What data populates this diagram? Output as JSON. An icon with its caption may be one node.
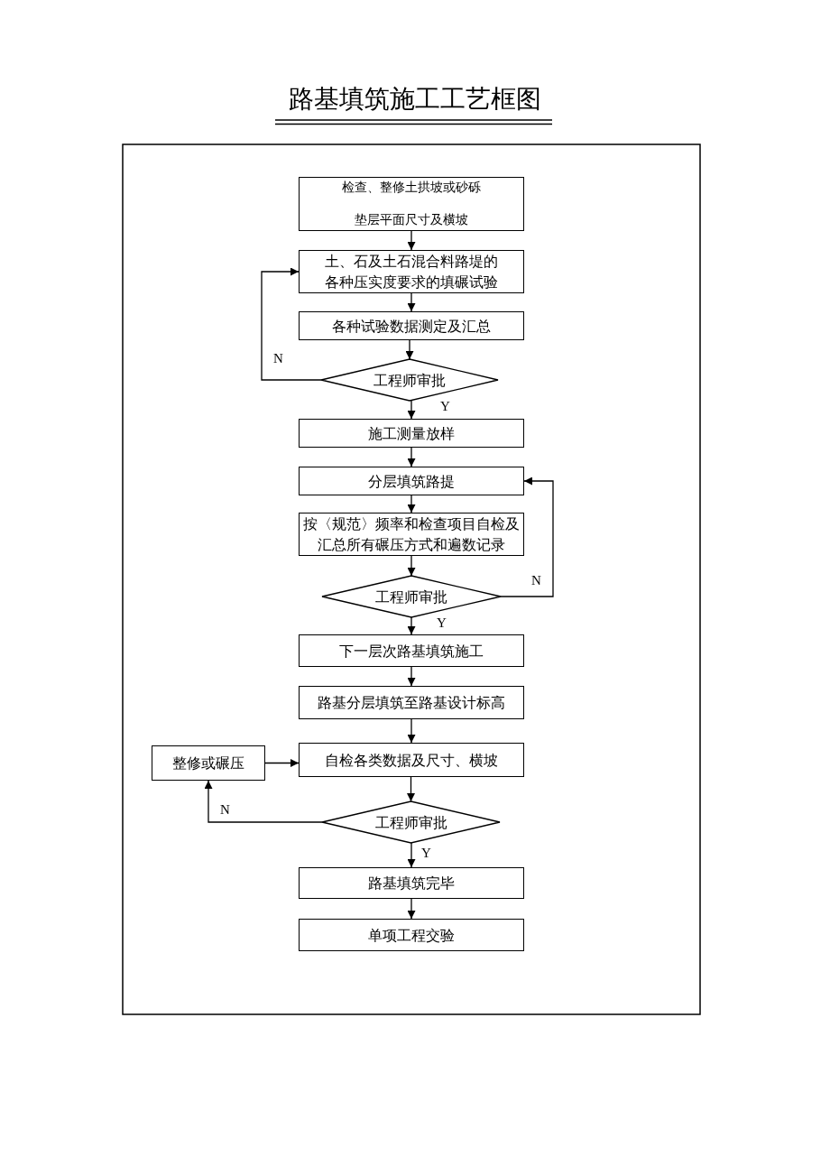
{
  "diagram": {
    "title": "路基填筑施工工艺框图",
    "nodes": [
      {
        "text": [
          "检查、整修土拱坡或砂砾垫层平面尺寸及横坡"
        ]
      },
      {
        "text": [
          "土、石及土石混合料路堤的各种压实度要求的填碾试验"
        ]
      },
      {
        "text": [
          "各种试验数据测定及汇总"
        ]
      },
      {
        "text": [
          "工程师审批"
        ]
      },
      {
        "text": [
          "施工测量放样"
        ]
      },
      {
        "text": [
          "分层填筑路提"
        ]
      },
      {
        "text": [
          "按〈规范〉频率和检查项目自检及汇总所有碾压方式和遍数记录"
        ]
      },
      {
        "text": [
          "工程师审批"
        ]
      },
      {
        "text": [
          "下一层次路基填筑施工"
        ]
      },
      {
        "text": [
          "路基分层填筑至路基设计标高"
        ]
      },
      {
        "text": [
          "整修或碾压"
        ]
      },
      {
        "text": [
          "自检各类数据及尺寸、横坡"
        ]
      },
      {
        "text": [
          "工程师审批"
        ]
      },
      {
        "text": [
          "路基填筑完毕"
        ]
      },
      {
        "text": [
          "单项工程交验"
        ]
      }
    ],
    "edges": [
      {
        "from": 0,
        "to": 1,
        "arrow": "to"
      },
      {
        "from": 1,
        "to": 2,
        "arrow": "to"
      },
      {
        "from": 2,
        "to": 3,
        "arrow": "to"
      },
      {
        "from": 3,
        "to": 1,
        "label": "N",
        "arrow": "to"
      },
      {
        "from": 3,
        "to": 4,
        "label": "Y",
        "arrow": "to"
      },
      {
        "from": 4,
        "to": 5,
        "arrow": "to"
      },
      {
        "from": 5,
        "to": 6,
        "arrow": "to"
      },
      {
        "from": 6,
        "to": 7,
        "arrow": "to"
      },
      {
        "from": 7,
        "to": 5,
        "label": "N",
        "arrow": "to"
      },
      {
        "from": 7,
        "to": 8,
        "label": "Y",
        "arrow": "to"
      },
      {
        "from": 8,
        "to": 9,
        "arrow": "to"
      },
      {
        "from": 9,
        "to": 11,
        "arrow": "to"
      },
      {
        "from": 10,
        "to": 11,
        "arrow": "to"
      },
      {
        "from": 11,
        "to": 12,
        "arrow": "to"
      },
      {
        "from": 12,
        "to": 10,
        "label": "N",
        "arrow": "to"
      },
      {
        "from": 12,
        "to": 13,
        "label": "Y",
        "arrow": "to"
      },
      {
        "from": 13,
        "to": 14,
        "arrow": "to"
      }
    ]
  }
}
